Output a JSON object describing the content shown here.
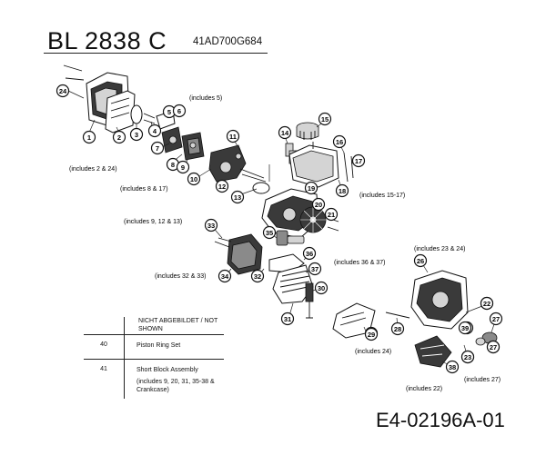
{
  "header": {
    "model": "BL 2838 C",
    "part_number": "41AD700G684",
    "document_id": "E4-02196A-01"
  },
  "not_shown_table": {
    "heading": "NICHT ABGEBILDET / NOT SHOWN",
    "rows": [
      {
        "number": "40",
        "description": "Piston Ring Set"
      },
      {
        "number": "41",
        "description": "Short Block Assembly",
        "note": "(includes 9, 20, 31, 35-38 & Crankcase)"
      }
    ]
  },
  "notes": [
    "(includes 5)",
    "(includes 2 & 24)",
    "(includes 8 & 17)",
    "(includes 9, 12 & 13)",
    "(includes 15-17)",
    "(includes 23 & 24)",
    "(includes 32 & 33)",
    "(includes 36 & 37)",
    "(includes 24)",
    "(includes 22)",
    "(includes 27)"
  ],
  "callouts": [
    "24",
    "1",
    "2",
    "3",
    "4",
    "5",
    "6",
    "7",
    "8",
    "9",
    "10",
    "11",
    "12",
    "13",
    "14",
    "15",
    "16",
    "17",
    "18",
    "19",
    "20",
    "21",
    "22",
    "23",
    "24",
    "25",
    "26",
    "27",
    "28",
    "29",
    "30",
    "31",
    "32",
    "33",
    "34",
    "35",
    "36",
    "37",
    "38",
    "39",
    "22",
    "23",
    "24",
    "27"
  ]
}
